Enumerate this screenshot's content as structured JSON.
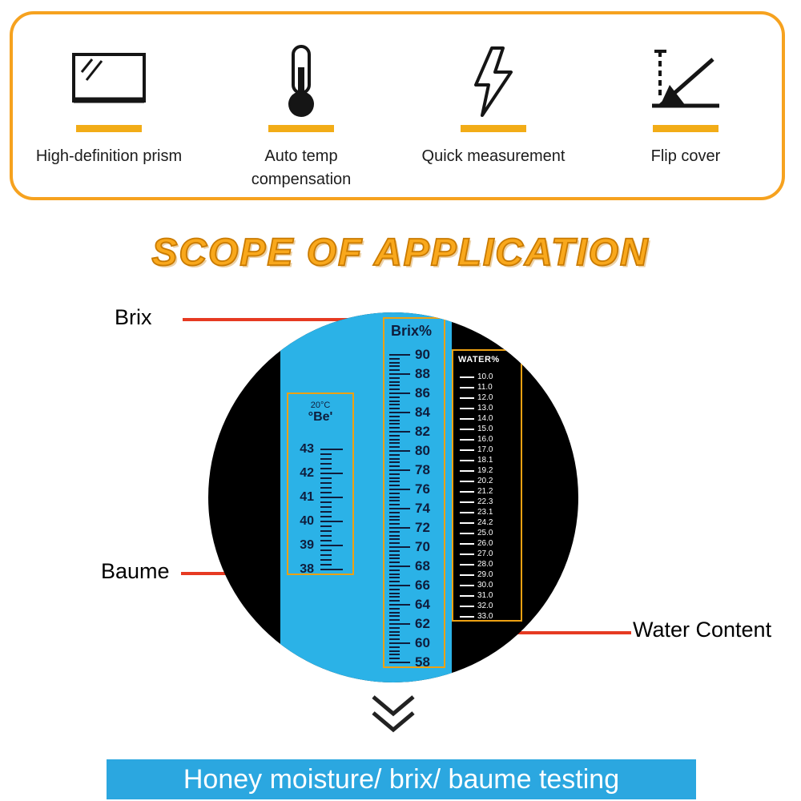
{
  "features": [
    {
      "icon": "prism-icon",
      "lines": [
        "High-definition prism"
      ]
    },
    {
      "icon": "thermometer-icon",
      "lines": [
        "Auto temp",
        "compensation"
      ]
    },
    {
      "icon": "lightning-icon",
      "lines": [
        "Quick measurement"
      ]
    },
    {
      "icon": "flip-cover-icon",
      "lines": [
        "Flip cover"
      ]
    }
  ],
  "title": "SCOPE OF APPLICATION",
  "reticle": {
    "brix": {
      "label": "Brix%",
      "values": [
        90,
        88,
        86,
        84,
        82,
        80,
        78,
        76,
        74,
        72,
        70,
        68,
        66,
        64,
        62,
        60,
        58
      ]
    },
    "baume": {
      "header_temp": "20°C",
      "header_unit": "°Be'",
      "values": [
        43,
        42,
        41,
        40,
        39,
        38
      ]
    },
    "water": {
      "label": "WATER%",
      "values": [
        "10.0",
        "11.0",
        "12.0",
        "13.0",
        "14.0",
        "15.0",
        "16.0",
        "17.0",
        "18.1",
        "19.2",
        "20.2",
        "21.2",
        "22.3",
        "23.1",
        "24.2",
        "25.0",
        "26.0",
        "27.0",
        "28.0",
        "29.0",
        "30.0",
        "31.0",
        "32.0",
        "33.0"
      ]
    }
  },
  "annotations": {
    "brix": "Brix",
    "baume": "Baume",
    "water": "Water Content"
  },
  "banner": "Honey moisture/ brix/ baume testing",
  "colors": {
    "accent_orange": "#F6A21F",
    "bar_yellow": "#F2AC17",
    "title_orange": "#F9A81C",
    "reticle_blue": "#2BB2E7",
    "scale_border_orange": "#EDA112",
    "pointer_red": "#E63A22",
    "banner_blue": "#2BA7E0"
  }
}
